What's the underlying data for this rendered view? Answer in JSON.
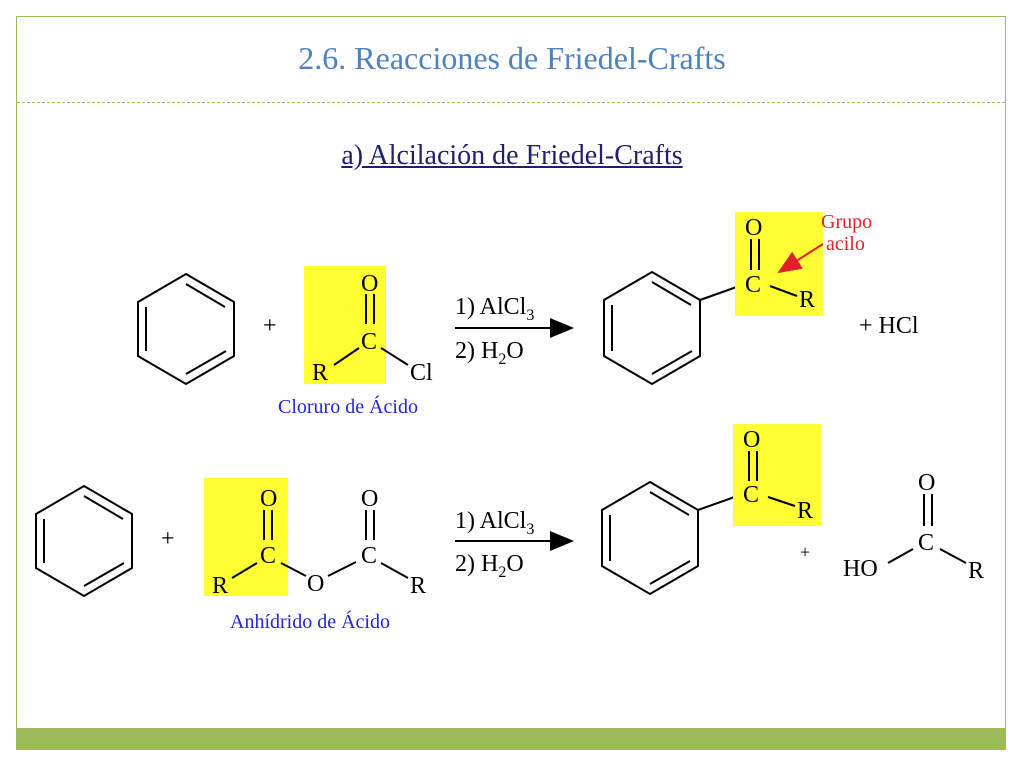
{
  "slide": {
    "title": "2.6. Reacciones de Friedel-Crafts",
    "subtitle": "a) Alcilación de Friedel-Crafts"
  },
  "reaction1": {
    "plus1": "+",
    "reagent_o": "O",
    "reagent_c": "C",
    "reagent_r": "R",
    "reagent_cl": "Cl",
    "reagent_label": "Cloruro de Ácido",
    "step1_prefix": "1) AlCl",
    "step1_sub": "3",
    "step2_prefix": "2) H",
    "step2_sub": "2",
    "step2_suffix": "O",
    "product_o": "O",
    "product_c": "C",
    "product_r": "R",
    "acyl_label_line1": "Grupo",
    "acyl_label_line2": "acilo",
    "byproduct": "+ HCl"
  },
  "reaction2": {
    "plus1": "+",
    "reagent_o1": "O",
    "reagent_c1": "C",
    "reagent_r1": "R",
    "reagent_obridge": "O",
    "reagent_o2": "O",
    "reagent_c2": "C",
    "reagent_r2": "R",
    "reagent_label": "Anhídrido de Ácido",
    "step1_prefix": "1) AlCl",
    "step1_sub": "3",
    "step2_prefix": "2) H",
    "step2_sub": "2",
    "step2_suffix": "O",
    "product_o": "O",
    "product_c": "C",
    "product_r": "R",
    "plus2": "+",
    "acid_o": "O",
    "acid_ho": "HO",
    "acid_c": "C",
    "acid_r": "R"
  },
  "colors": {
    "title": "#4f81bd",
    "frame": "#9bbb59",
    "highlight": "#ffff33",
    "caption": "#2323d8",
    "annotation": "#e0202a"
  }
}
